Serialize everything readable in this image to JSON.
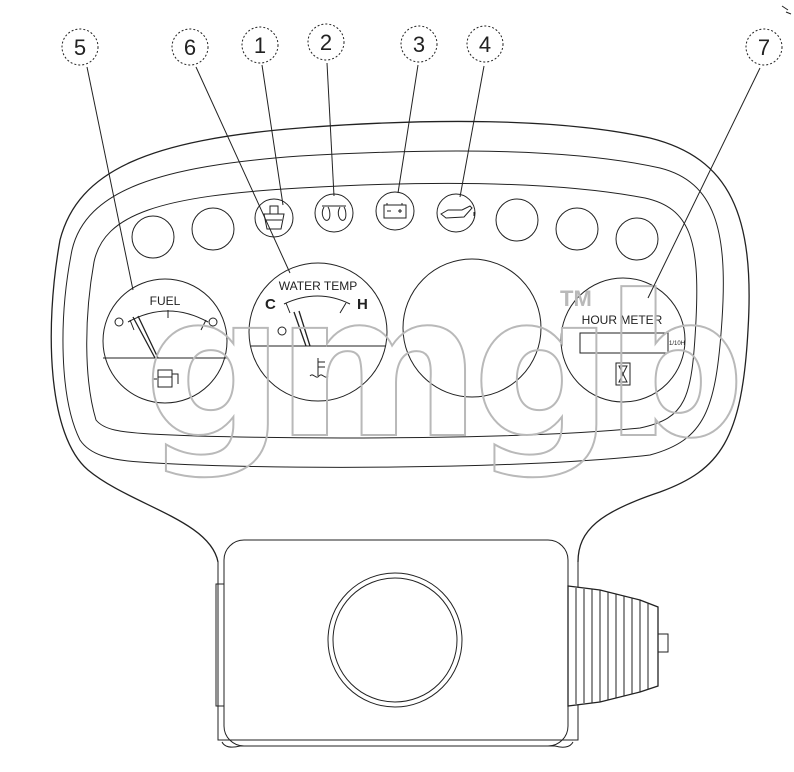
{
  "callouts": [
    "1",
    "2",
    "3",
    "4",
    "5",
    "6",
    "7"
  ],
  "gauges": {
    "fuel": {
      "label": "FUEL"
    },
    "water_temp": {
      "label": "WATER TEMP",
      "cold": "C",
      "hot": "H"
    },
    "hour_meter": {
      "label": "HOUR METER",
      "scale": "1/10H"
    }
  },
  "indicator_icons": [
    "glow-plug-icon",
    "preheat-coil-icon",
    "battery-icon",
    "oil-pressure-icon"
  ],
  "watermark": {
    "text": "gmgb",
    "tm": "TM"
  },
  "colors": {
    "line": "#222222",
    "watermark": "#b9b9b9",
    "background": "#ffffff"
  }
}
